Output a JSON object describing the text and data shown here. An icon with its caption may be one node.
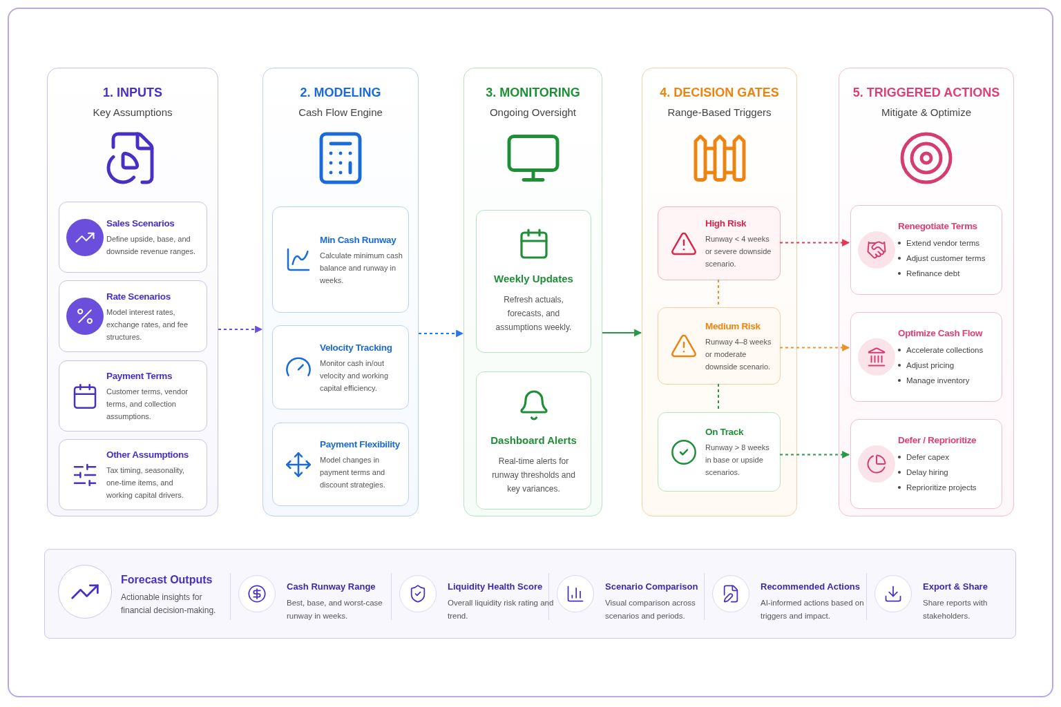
{
  "diagram": {
    "nodes": [
      {
        "text": [
          "1. INPUTS",
          "Key Assumptions"
        ]
      },
      {
        "text": [
          "Sales Scenarios",
          "Define upside, base, and downside revenue ranges."
        ],
        "in": 0
      },
      {
        "text": [
          "Rate Scenarios",
          "Model interest rates, exchange rates, and fee structures."
        ],
        "in": 0
      },
      {
        "text": [
          "Payment Terms",
          "Customer terms, vendor terms, and collection assumptions."
        ],
        "in": 0
      },
      {
        "text": [
          "Other Assumptions",
          "Tax timing, seasonality, one-time items, and working capital drivers."
        ],
        "in": 0
      },
      {
        "text": [
          "2. MODELING",
          "Cash Flow Engine"
        ]
      },
      {
        "text": [
          "Min Cash Runway",
          "Calculate minimum cash balance and runway in weeks."
        ],
        "in": 5
      },
      {
        "text": [
          "Velocity Tracking",
          "Monitor cash in/out velocity and working capital efficiency."
        ],
        "in": 5
      },
      {
        "text": [
          "Payment Flexibility",
          "Model changes in payment terms and discount strategies."
        ],
        "in": 5
      },
      {
        "text": [
          "3. MONITORING",
          "Ongoing Oversight"
        ]
      },
      {
        "text": [
          "Weekly Updates",
          "Refresh actuals, forecasts, and assumptions weekly."
        ],
        "in": 9
      },
      {
        "text": [
          "Dashboard Alerts",
          "Real-time alerts for runway thresholds and key variances."
        ],
        "in": 9
      },
      {
        "text": [
          "4. DECISION GATES",
          "Range-Based Triggers"
        ]
      },
      {
        "text": [
          "High Risk",
          "Runway < 4 weeks or severe downside scenario."
        ],
        "in": 12
      },
      {
        "text": [
          "Medium Risk",
          "Runway 4–8 weeks or moderate downside scenario."
        ],
        "in": 12
      },
      {
        "text": [
          "On Track",
          "Runway > 8 weeks in base or upside scenarios."
        ],
        "in": 12
      },
      {
        "text": [
          "5. TRIGGERED ACTIONS",
          "Mitigate & Optimize"
        ]
      },
      {
        "text": [
          "Renegotiate Terms",
          "Extend vendor terms",
          "Adjust customer terms",
          "Refinance debt"
        ],
        "in": 16
      },
      {
        "text": [
          "Optimize Cash Flow",
          "Accelerate collections",
          "Adjust pricing",
          "Manage inventory"
        ],
        "in": 16
      },
      {
        "text": [
          "Defer / Reprioritize",
          "Defer capex",
          "Delay hiring",
          "Reprioritize projects"
        ],
        "in": 16
      },
      {
        "text": [
          "Forecast Outputs",
          "Actionable insights for financial decision-making."
        ]
      }
    ],
    "edges": [
      {
        "from": 0,
        "to": 5,
        "arrow": "to",
        "style": "dashed",
        "color": "#6a4ee0"
      },
      {
        "from": 5,
        "to": 9,
        "arrow": "to",
        "style": "dashed",
        "color": "#2a78e4"
      },
      {
        "from": 9,
        "to": 12,
        "arrow": "to",
        "color": "#249a44"
      },
      {
        "from": 13,
        "to": 14,
        "arrow": "none",
        "style": "dashed",
        "color": "#f0902a"
      },
      {
        "from": 14,
        "to": 15,
        "arrow": "none",
        "style": "dashed",
        "color": "#249a44"
      },
      {
        "from": 13,
        "to": 17,
        "arrow": "to",
        "style": "dashed",
        "color": "#e8344f"
      },
      {
        "from": 14,
        "to": 18,
        "arrow": "to",
        "style": "dashed",
        "color": "#f0902a"
      },
      {
        "from": 15,
        "to": 19,
        "arrow": "to",
        "style": "dashed",
        "color": "#249a44"
      }
    ],
    "labels": [
      "Cash Runway Range",
      "Best, base, and worst-case runway in weeks.",
      "Liquidity Health Score",
      "Overall liquidity risk rating and trend.",
      "Scenario Comparison",
      "Visual comparison across scenarios and periods.",
      "Recommended Actions",
      "AI-informed actions based on triggers and impact.",
      "Export & Share",
      "Share reports with stakeholders."
    ]
  }
}
